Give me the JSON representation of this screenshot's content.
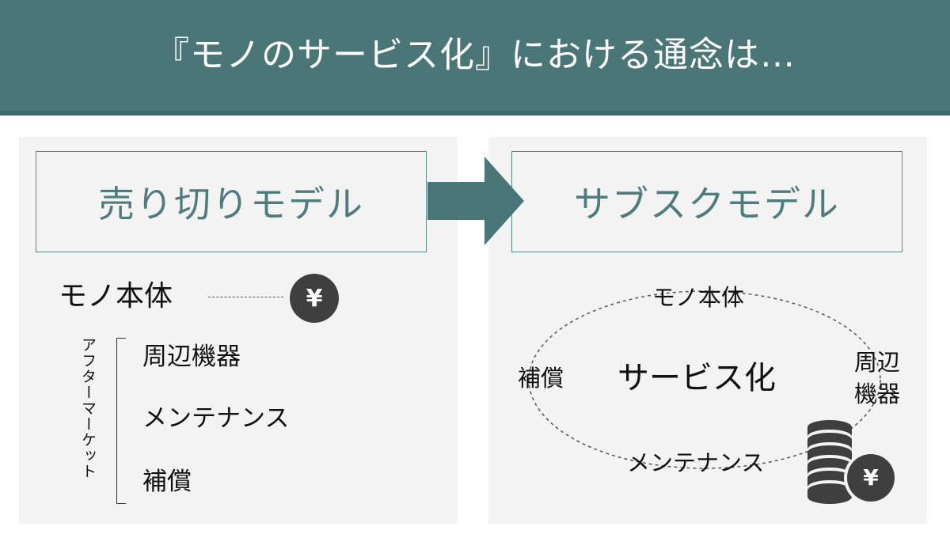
{
  "header": {
    "title": "『モノのサービス化』における通念は…"
  },
  "colors": {
    "header_bg": "#4a7678",
    "accent": "#4f7b7d",
    "panel_bg": "#f3f3f3",
    "coin": "#3f3f3f"
  },
  "left": {
    "model_title": "売り切りモデル",
    "main_item": "モノ本体",
    "coin_symbol": "¥",
    "aftermarket_label": "アフターマーケット",
    "aftermarket_items": [
      "周辺機器",
      "メンテナンス",
      "補償"
    ]
  },
  "right": {
    "model_title": "サブスクモデル",
    "top": "モノ本体",
    "left": "補償",
    "center": "サービス化",
    "right": "周辺機器",
    "bottom": "メンテナンス",
    "coin_symbol": "¥"
  },
  "icons": {
    "arrow": "right-arrow-icon",
    "coin": "yen-coin-icon",
    "coins_stack": "coin-stack-icon"
  }
}
